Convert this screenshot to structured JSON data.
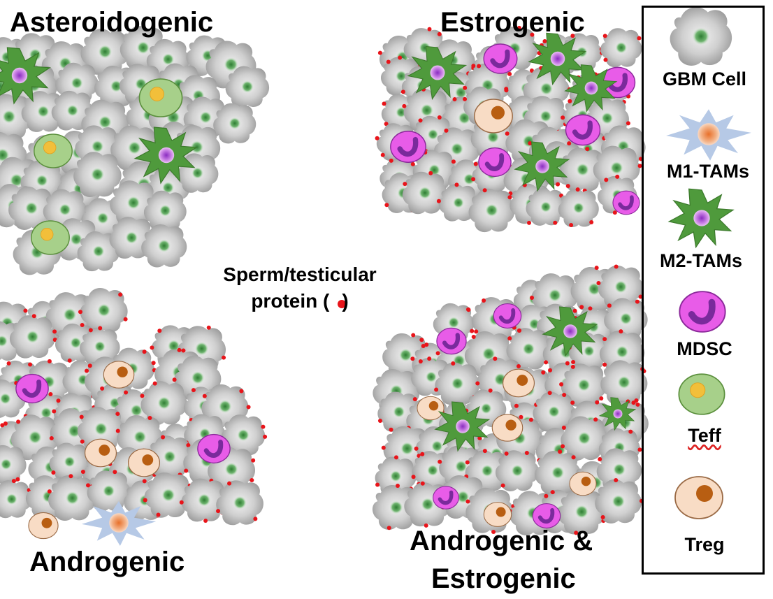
{
  "panels": {
    "asteroidogenic": "Asteroidogenic",
    "estrogenic": "Estrogenic",
    "androgenic": "Androgenic",
    "androgenic_estrogenic_line1": "Androgenic &",
    "androgenic_estrogenic_line2": "Estrogenic"
  },
  "center_note": {
    "line1": "Sperm/testicular",
    "line2_text": "protein (",
    "line2_close": ")",
    "dot_color": "#e8141a"
  },
  "legend": {
    "gbm_cell": "GBM Cell",
    "m1_tams": "M1-TAMs",
    "m2_tams": "M2-TAMs",
    "mdsc": "MDSC",
    "teff": "Teff",
    "treg": "Treg"
  },
  "colors": {
    "gbm_gray": "#c9c9c9",
    "gbm_nucleus": "#5aa05a",
    "m1_blue": "#b6c9e6",
    "m1_nucleus": "#e8844a",
    "m2_green": "#4f9a3c",
    "m2_nucleus": "#b05ad0",
    "mdsc_magenta": "#e85ce8",
    "mdsc_nucleus": "#7a2a9c",
    "teff_green": "#a7d08a",
    "teff_nucleus": "#f2bf3a",
    "treg_peach": "#f8dcc5",
    "treg_nucleus": "#b85e12",
    "protein_red": "#e8141a"
  }
}
